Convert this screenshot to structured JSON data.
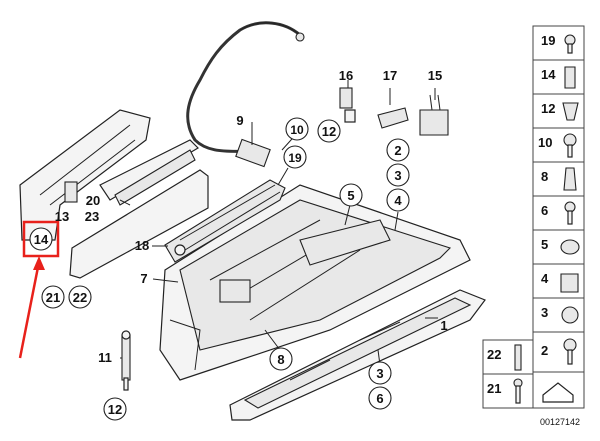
{
  "diagram": {
    "labels": {
      "p1": "1",
      "p2": "2",
      "p3": "3",
      "p3b": "3",
      "p4": "4",
      "p5": "5",
      "p6": "6",
      "p7": "7",
      "p8": "8",
      "p9": "9",
      "p10": "10",
      "p11": "11",
      "p12a": "12",
      "p12b": "12",
      "p13": "13",
      "p14": "14",
      "p15": "15",
      "p16": "16",
      "p17": "17",
      "p18": "18",
      "p19": "19",
      "p20": "20",
      "p21": "21",
      "p22": "22",
      "p23": "23"
    },
    "side_legend": [
      "19",
      "14",
      "12",
      "10",
      "8",
      "6",
      "5",
      "4",
      "3",
      "2"
    ],
    "bottom_legend": [
      "22",
      "21"
    ],
    "code": "00127142"
  }
}
